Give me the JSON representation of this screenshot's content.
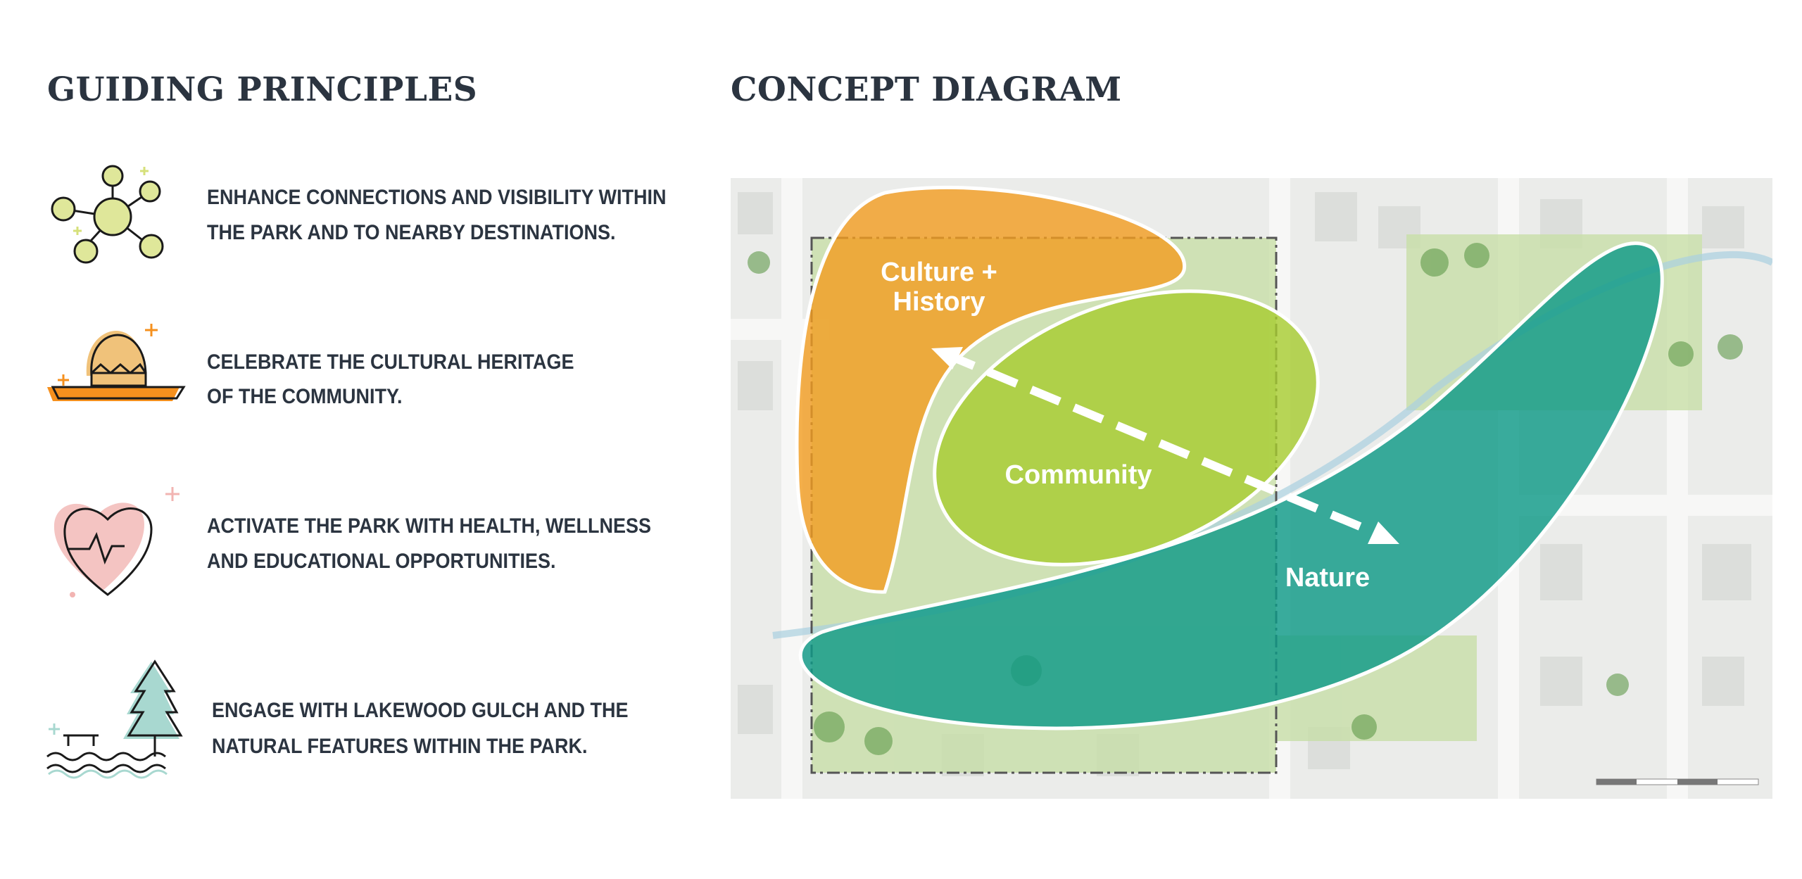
{
  "left": {
    "title": "GUIDING PRINCIPLES",
    "principles": [
      {
        "icon": "network-nodes-icon",
        "line1": "ENHANCE CONNECTIONS AND VISIBILITY WITHIN",
        "line2": "THE PARK AND TO NEARBY DESTINATIONS."
      },
      {
        "icon": "cracked-egg-heritage-icon",
        "line1": "CELEBRATE THE CULTURAL HERITAGE",
        "line2": "OF THE COMMUNITY."
      },
      {
        "icon": "heart-pulse-icon",
        "line1": "ACTIVATE THE PARK WITH HEALTH, WELLNESS",
        "line2": "AND EDUCATIONAL OPPORTUNITIES."
      },
      {
        "icon": "tree-water-icon",
        "line1": "ENGAGE WITH LAKEWOOD GULCH AND THE",
        "line2": "NATURAL FEATURES WITHIN THE PARK."
      }
    ]
  },
  "right": {
    "title": "CONCEPT DIAGRAM",
    "zones": {
      "culture_line1": "Culture +",
      "culture_line2": "History",
      "community": "Community",
      "nature": "Nature"
    },
    "colors": {
      "culture": "#f39c1f",
      "community": "#a6cc2e",
      "nature": "#0f9a88",
      "text": "#2b3440"
    }
  }
}
